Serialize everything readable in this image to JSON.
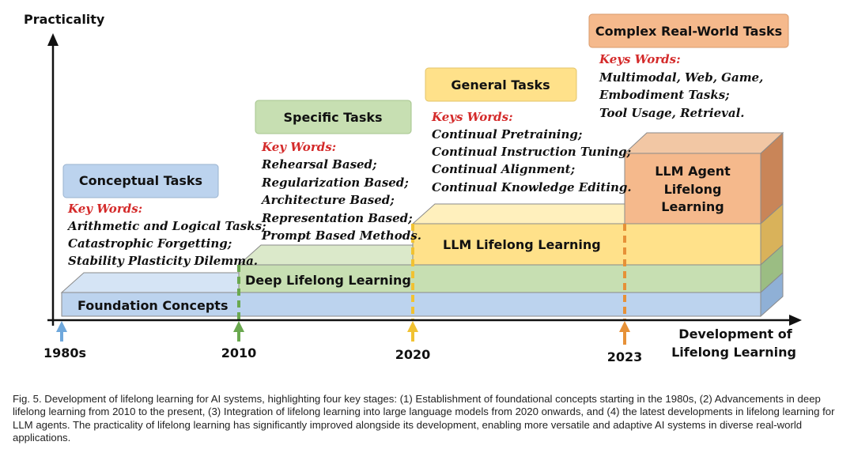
{
  "axes": {
    "y_label": "Practicality",
    "x_label_line1": "Development of",
    "x_label_line2": "Lifelong Learning"
  },
  "years": [
    "1980s",
    "2010",
    "2020",
    "2023"
  ],
  "layers": {
    "foundation": "Foundation Concepts",
    "deep": "Deep Lifelong Learning",
    "llm": "LLM Lifelong Learning",
    "agent_line1": "LLM Agent",
    "agent_line2": "Lifelong",
    "agent_line3": "Learning"
  },
  "stages": [
    {
      "title": "Conceptual Tasks",
      "keywords_label": "Key Words:",
      "keywords": [
        "Arithmetic and Logical Tasks;",
        "Catastrophic Forgetting;",
        "Stability Plasticity Dilemma."
      ]
    },
    {
      "title": "Specific Tasks",
      "keywords_label": "Key Words:",
      "keywords": [
        "Rehearsal Based;",
        "Regularization Based;",
        "Architecture Based;",
        "Representation Based;",
        "Prompt Based Methods."
      ]
    },
    {
      "title": "General Tasks",
      "keywords_label": "Keys Words:",
      "keywords": [
        "Continual Pretraining;",
        "Continual Instruction Tuning;",
        "Continual Alignment;",
        "Continual Knowledge Editing."
      ]
    },
    {
      "title": "Complex Real-World Tasks",
      "keywords_label": "Keys Words:",
      "keywords": [
        "Multimodal, Web, Game,",
        "Embodiment Tasks;",
        "Tool Usage, Retrieval."
      ]
    }
  ],
  "colors": {
    "blue": "#bcd3ee",
    "green": "#c7dfb2",
    "yellow": "#ffe18a",
    "orange": "#f5b98c",
    "keyword_red": "#d42a2a",
    "arrow_blue": "#6fa8dc",
    "arrow_green": "#6aa84f",
    "arrow_yellow": "#f1c232",
    "arrow_orange": "#e69138"
  },
  "caption": "Fig. 5. Development of lifelong learning for AI systems, highlighting four key stages: (1) Establishment of foundational concepts starting in the 1980s, (2) Advancements in deep lifelong learning from 2010 to the present, (3) Integration of lifelong learning into large language models from 2020 onwards, and (4) the latest developments in lifelong learning for LLM agents. The practicality of lifelong learning has significantly improved alongside its development, enabling more versatile and adaptive AI systems in diverse real-world applications."
}
